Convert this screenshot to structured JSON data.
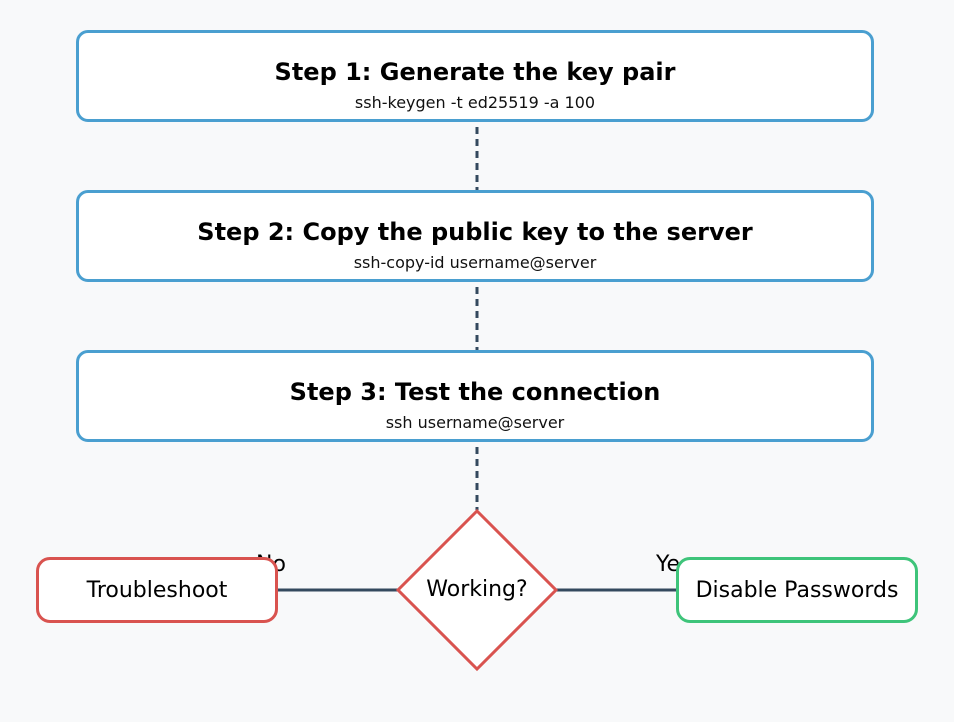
{
  "steps": [
    {
      "title": "Step 1: Generate the key pair",
      "command": "ssh-keygen -t ed25519 -a 100"
    },
    {
      "title": "Step 2: Copy the public key to the server",
      "command": "ssh-copy-id username@server"
    },
    {
      "title": "Step 3: Test the connection",
      "command": "ssh username@server"
    }
  ],
  "decision": {
    "label": "Working?"
  },
  "branches": {
    "no_label": "No",
    "yes_label": "Yes"
  },
  "outcomes": {
    "no": "Troubleshoot",
    "yes": "Disable Passwords"
  },
  "colors": {
    "step_border": "#4a9fd0",
    "decision_border": "#d9534f",
    "fail_border": "#d9534f",
    "success_border": "#3ec47a",
    "connector": "#34495e"
  }
}
